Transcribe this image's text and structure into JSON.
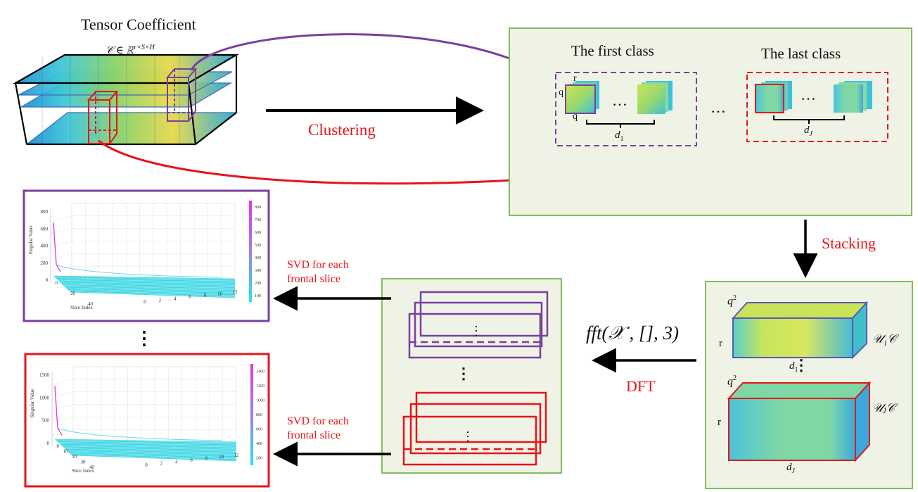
{
  "title": "Tensor Coefficient",
  "math": {
    "c_in": "𝒞 ∈ ℝ",
    "c_exp": "r×S×H",
    "fft": "fft(𝒳 , [], 3)",
    "q2": "q",
    "q2_exp": "2",
    "d1": "d",
    "d1_sub": "1",
    "dJ": "d",
    "dJ_sub": "J",
    "u1c": "𝒰₁𝒞",
    "ujc": "𝒰ⱼ𝒞"
  },
  "labels": {
    "clustering": "Clustering",
    "stacking": "Stacking",
    "dft": "DFT",
    "svd_line1": "SVD for each",
    "svd_line2": "frontal slice",
    "first_class": "The first class",
    "last_class": "The last class",
    "r": "r",
    "q": "q",
    "dots": "…",
    "vdots": "⋮"
  },
  "colors": {
    "green_box": "#7dbf5a",
    "purple": "#7a3fa0",
    "red": "#e8141b",
    "panel_bg": "#eef3e6"
  },
  "chart_data": [
    {
      "type": "surface",
      "title": "",
      "zlabel": "Singular Value",
      "xlabel": "Slice Index",
      "x_ticks": [
        "0",
        "20",
        "40"
      ],
      "y_ticks": [
        "0",
        "2",
        "4",
        "6",
        "8",
        "10",
        "12"
      ],
      "z_ticks": [
        "0",
        "200",
        "400",
        "600",
        "800"
      ],
      "colorbar_ticks": [
        "100",
        "200",
        "300",
        "400",
        "500",
        "600",
        "700",
        "800"
      ]
    },
    {
      "type": "surface",
      "title": "",
      "zlabel": "Singular Value",
      "xlabel": "Slice Index",
      "x_ticks": [
        "0",
        "10",
        "20",
        "30",
        "40"
      ],
      "y_ticks": [
        "0",
        "2",
        "4",
        "6",
        "8",
        "10",
        "12"
      ],
      "z_ticks": [
        "0",
        "500",
        "1000",
        "1500"
      ],
      "colorbar_ticks": [
        "200",
        "400",
        "600",
        "800",
        "1000",
        "1200",
        "1400"
      ]
    }
  ]
}
